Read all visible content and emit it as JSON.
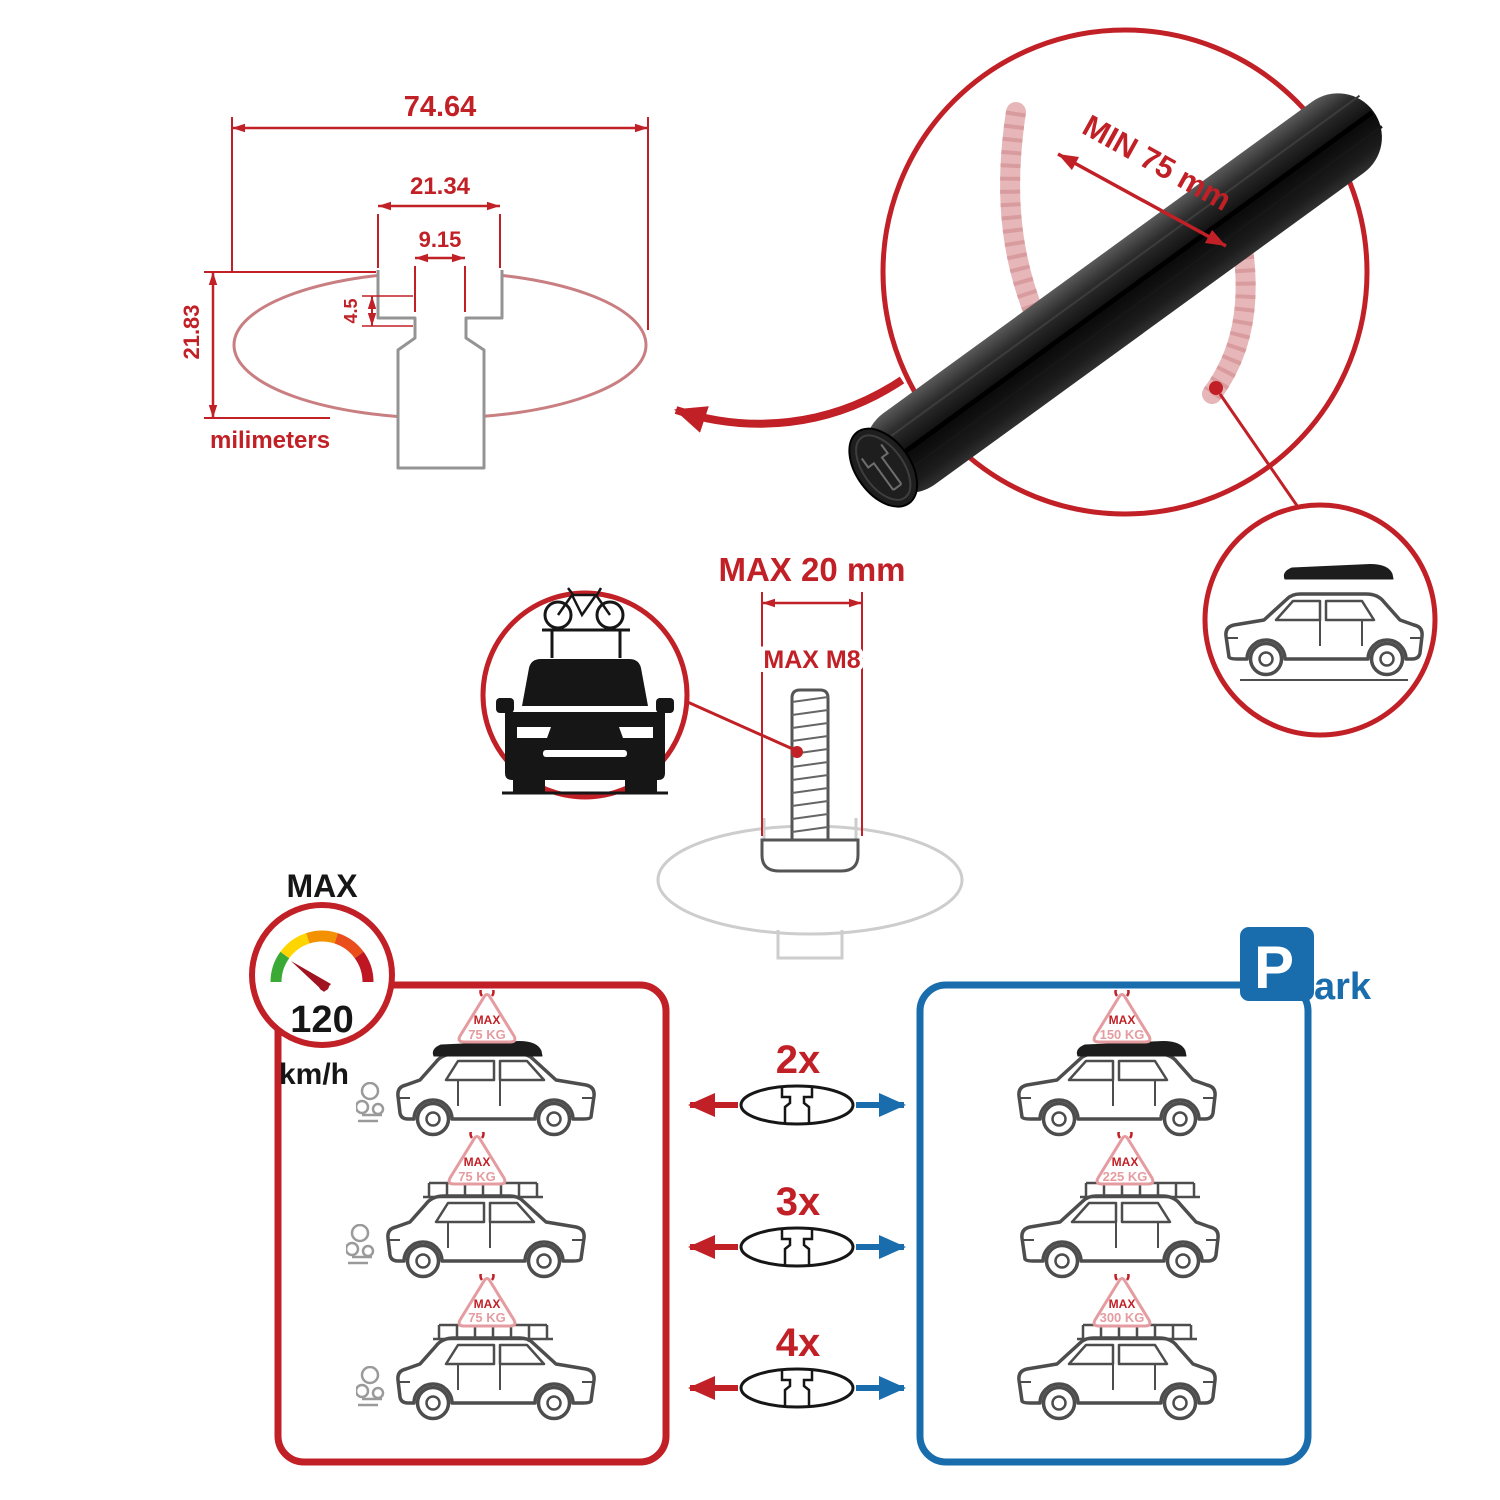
{
  "colors": {
    "red": "#c12026",
    "blue": "#1a6dad",
    "pink": "#e59ca0",
    "light_pink": "#e7b6b8",
    "black": "#161616",
    "grey_line": "#9a9a9a",
    "gauge_green": "#3aaa35",
    "gauge_yellow": "#ffd500",
    "gauge_orange": "#f39200",
    "gauge_deep_orange": "#e94e1b",
    "gauge_red": "#be1622"
  },
  "profile_drawing": {
    "width_total": "74.64",
    "slot_outer_width": "21.34",
    "slot_inner_width": "9.15",
    "slot_depth": "4.5",
    "height_total": "21.83",
    "units_label": "milimeters"
  },
  "crossbar_detail": {
    "min_length_label": "MIN 75 mm"
  },
  "bolt_detail": {
    "max_width_label": "MAX 20 mm",
    "max_thread_label": "MAX M8"
  },
  "speed_limit": {
    "label": "MAX",
    "value": "120",
    "units": "km/h"
  },
  "driving_side": {
    "cars": [
      {
        "tag_label": "MAX",
        "tag_weight": "75 KG"
      },
      {
        "tag_label": "MAX",
        "tag_weight": "75 KG"
      },
      {
        "tag_label": "MAX",
        "tag_weight": "75 KG"
      }
    ]
  },
  "bar_quantities": [
    {
      "label": "2x"
    },
    {
      "label": "3x"
    },
    {
      "label": "4x"
    }
  ],
  "parking_side": {
    "sign_initial": "P",
    "sign_rest": "ark",
    "cars": [
      {
        "tag_label": "MAX",
        "tag_weight": "150 KG"
      },
      {
        "tag_label": "MAX",
        "tag_weight": "225 KG"
      },
      {
        "tag_label": "MAX",
        "tag_weight": "300 KG"
      }
    ]
  }
}
